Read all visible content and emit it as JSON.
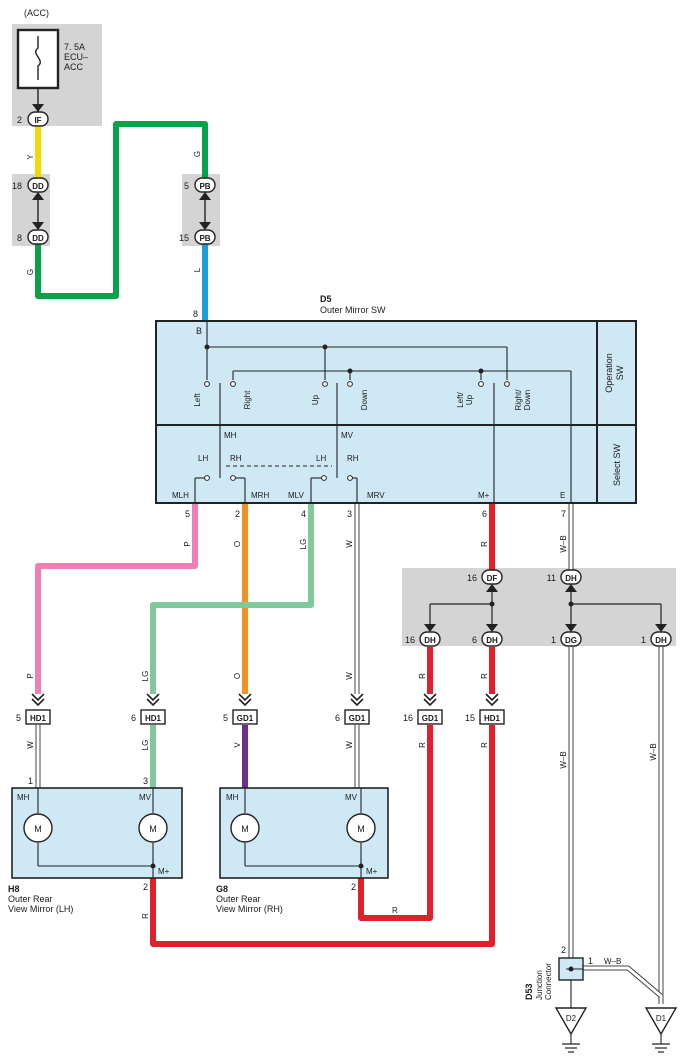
{
  "power": {
    "source": "(ACC)",
    "fuse_amp": "7. 5A",
    "fuse_name1": "ECU–",
    "fuse_name2": "ACC"
  },
  "connectors": {
    "IF": "IF",
    "DD": "DD",
    "PB": "PB",
    "DF": "DF",
    "DH": "DH",
    "DG": "DG",
    "HD1": "HD1",
    "GD1": "GD1"
  },
  "pins": {
    "if_2": "2",
    "dd_18": "18",
    "dd_8": "8",
    "pb_5": "5",
    "pb_15": "15",
    "d5_8": "8",
    "d5_5": "5",
    "d5_2": "2",
    "d5_4": "4",
    "d5_3": "3",
    "d5_6": "6",
    "d5_7": "7",
    "df_16": "16",
    "dh_11": "11",
    "dh_16": "16",
    "dh_6": "6",
    "dg_1": "1",
    "dh_1": "1",
    "hd1_5": "5",
    "hd1_6": "6",
    "gd1_5": "5",
    "gd1_6": "6",
    "gd1_16": "16",
    "hd1_15": "15",
    "h8_1": "1",
    "h8_3": "3",
    "h8_2": "2",
    "g8_2": "2",
    "d53_2": "2",
    "d53_1": "1"
  },
  "wire_colors": {
    "Y": "Y",
    "G": "G",
    "L": "L",
    "B": "B",
    "P": "P",
    "O": "O",
    "LG": "LG",
    "W": "W",
    "R": "R",
    "WB": "W–B",
    "V": "V"
  },
  "d5": {
    "code": "D5",
    "name": "Outer Mirror SW",
    "operation_sw": [
      "Operation",
      "SW"
    ],
    "select_sw": "Select SW",
    "left": "Left",
    "right": "Right",
    "up": "Up",
    "down": "Down",
    "left_up": [
      "Left/",
      "Up"
    ],
    "right_down": [
      "Right/",
      "Down"
    ],
    "mh": "MH",
    "mv": "MV",
    "lh": "LH",
    "rh": "RH",
    "mlh": "MLH",
    "mrh": "MRH",
    "mlv": "MLV",
    "mrv": "MRV",
    "mplus": "M+",
    "e": "E"
  },
  "h8": {
    "code": "H8",
    "name1": "Outer Rear",
    "name2": "View Mirror (LH)",
    "mh": "MH",
    "mv": "MV",
    "m": "M",
    "mplus": "M+"
  },
  "g8": {
    "code": "G8",
    "name1": "Outer Rear",
    "name2": "View Mirror (RH)",
    "mh": "MH",
    "mv": "MV",
    "m": "M",
    "mplus": "M+"
  },
  "d53": {
    "code": "D53",
    "name1": "Junction",
    "name2": "Connector"
  },
  "grounds": {
    "d2": "D2",
    "d1": "D1"
  },
  "colors": {
    "yellow": "#f5d800",
    "green": "#0aa14b",
    "blue": "#1b9fdc",
    "pink": "#ef7fb4",
    "orange": "#f39220",
    "lightgreen": "#7fc99a",
    "purple": "#6a3192",
    "red": "#e0202a",
    "panel_blue": "#cfe8f6",
    "gray_panel": "#d4d4d4"
  }
}
